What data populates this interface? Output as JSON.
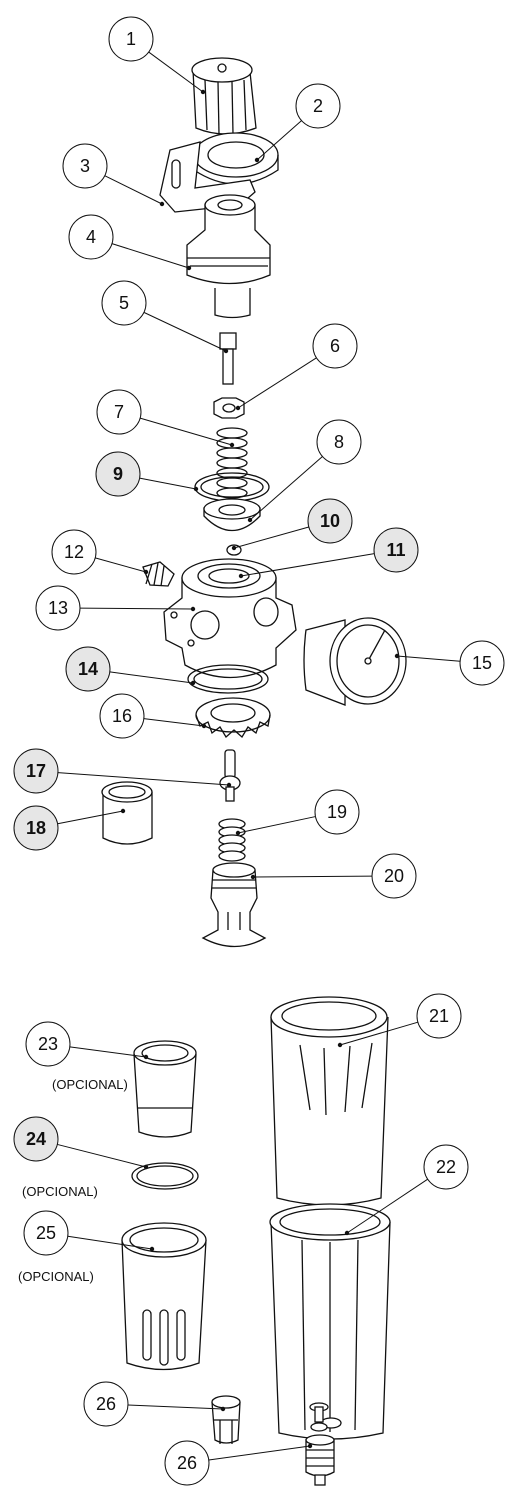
{
  "diagram": {
    "callouts": [
      {
        "label": "1",
        "highlight": false
      },
      {
        "label": "2",
        "highlight": false
      },
      {
        "label": "3",
        "highlight": false
      },
      {
        "label": "4",
        "highlight": false
      },
      {
        "label": "5",
        "highlight": false
      },
      {
        "label": "6",
        "highlight": false
      },
      {
        "label": "7",
        "highlight": false
      },
      {
        "label": "8",
        "highlight": false
      },
      {
        "label": "9",
        "highlight": true
      },
      {
        "label": "10",
        "highlight": true
      },
      {
        "label": "11",
        "highlight": true
      },
      {
        "label": "12",
        "highlight": false
      },
      {
        "label": "13",
        "highlight": false
      },
      {
        "label": "14",
        "highlight": true
      },
      {
        "label": "15",
        "highlight": false
      },
      {
        "label": "16",
        "highlight": false
      },
      {
        "label": "17",
        "highlight": true
      },
      {
        "label": "18",
        "highlight": true
      },
      {
        "label": "19",
        "highlight": false
      },
      {
        "label": "20",
        "highlight": false
      },
      {
        "label": "21",
        "highlight": false
      },
      {
        "label": "22",
        "highlight": false
      },
      {
        "label": "23",
        "highlight": false
      },
      {
        "label": "24",
        "highlight": true
      },
      {
        "label": "25",
        "highlight": false
      },
      {
        "label": "26",
        "highlight": false
      },
      {
        "label": "26",
        "highlight": false
      }
    ],
    "optional_notes": [
      "(OPCIONAL)",
      "(OPCIONAL)",
      "(OPCIONAL)"
    ],
    "colors": {
      "highlight_fill": "#e6e6e6",
      "line": "#111111",
      "part_fill": "#ffffff"
    }
  }
}
